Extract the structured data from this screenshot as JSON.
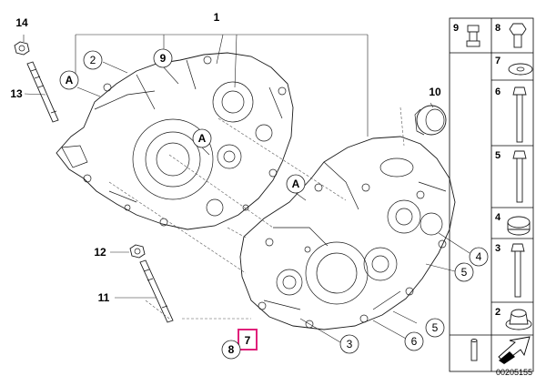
{
  "callouts": {
    "c1": "1",
    "c2": "2",
    "c3": "3",
    "c4": "4",
    "c5a": "5",
    "c5b": "5",
    "c6": "6",
    "c7": "7",
    "c8": "8",
    "c9": "9",
    "c10": "10",
    "c11": "11",
    "c12": "12",
    "c13": "13",
    "c14": "14",
    "ca1": "A",
    "ca2": "A",
    "ca3": "A"
  },
  "sidebar": {
    "items": [
      {
        "label": "9"
      },
      {
        "label": "8"
      },
      {
        "label": "7"
      },
      {
        "label": "6"
      },
      {
        "label": "5"
      },
      {
        "label": "4"
      },
      {
        "label": "3"
      },
      {
        "label": "2"
      }
    ]
  },
  "diagram_code": "00205155",
  "highlight_color": "#e0207a"
}
